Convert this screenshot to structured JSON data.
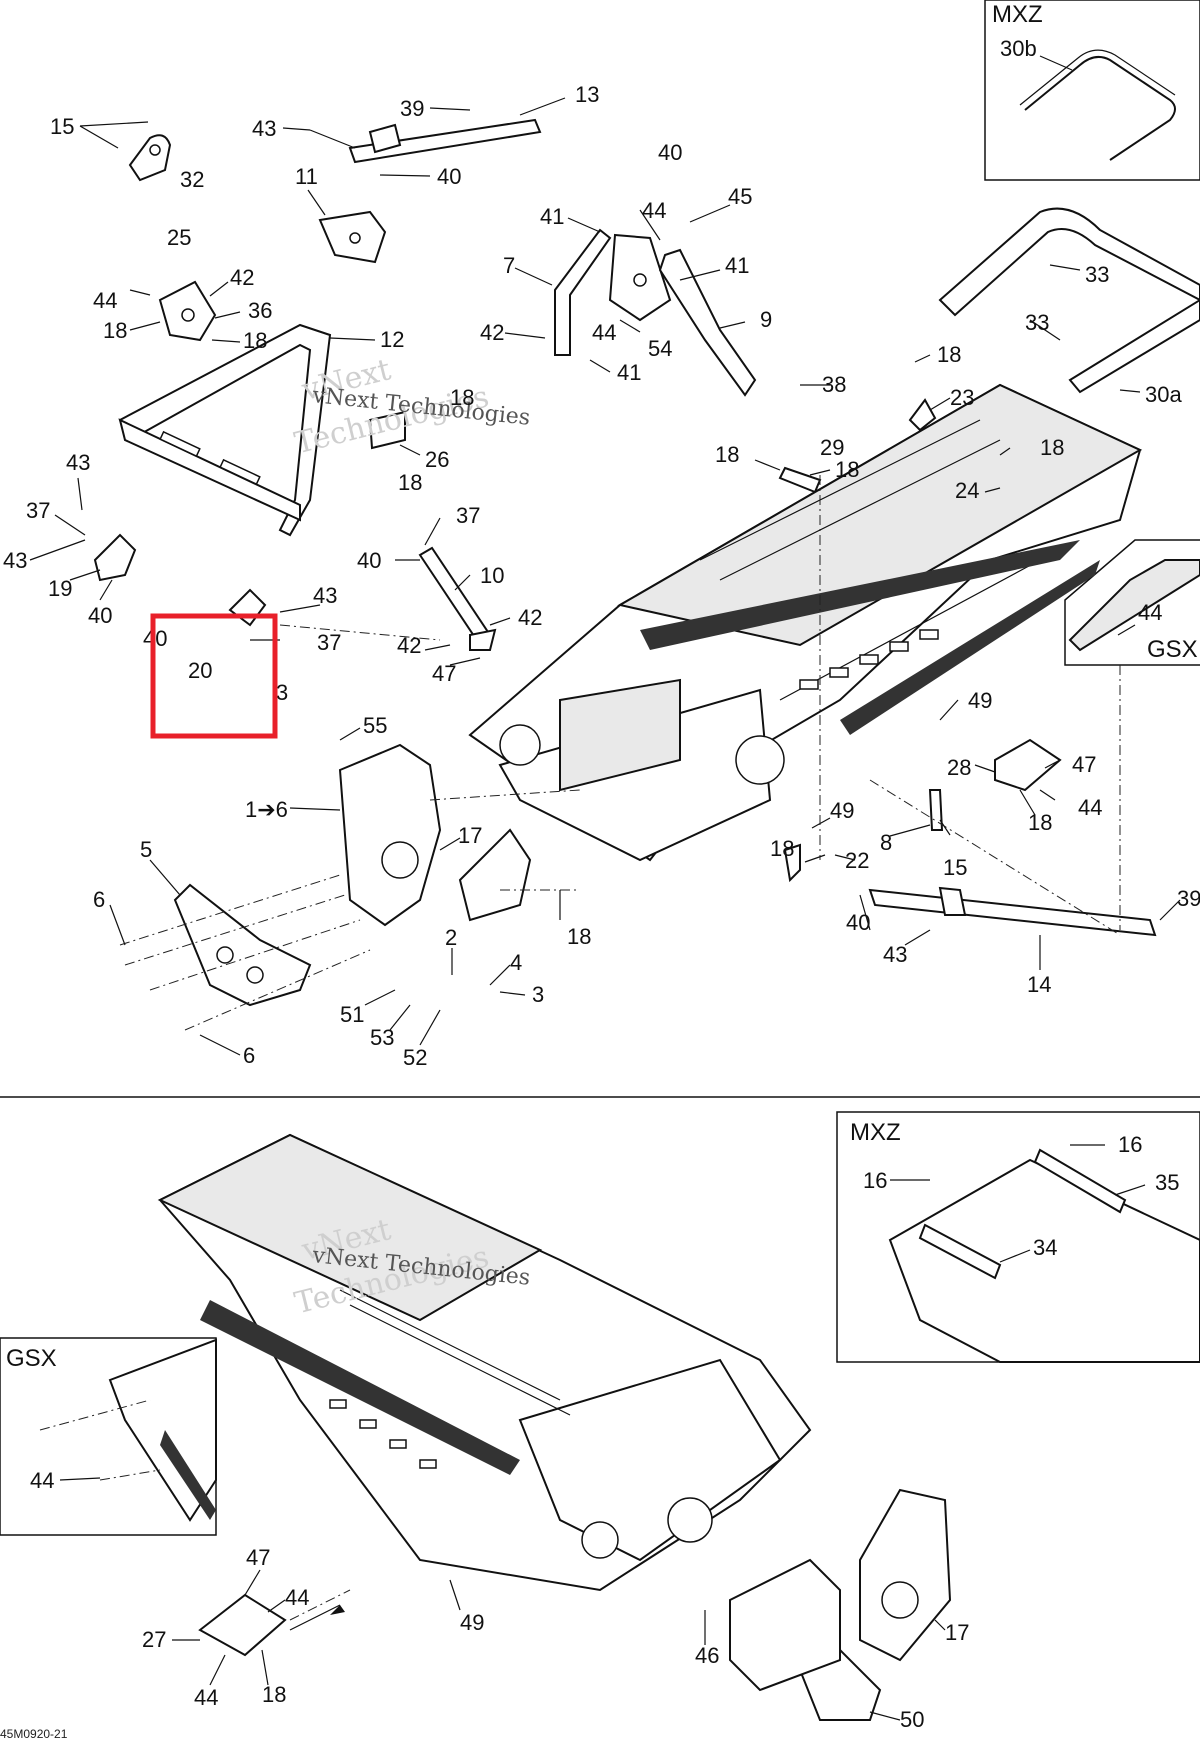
{
  "highlight_color": "#e8202a",
  "line_color": "#111111",
  "insets": {
    "mxz_top": "MXZ",
    "gsx_top": "GSX",
    "mxz_bottom": "MXZ",
    "gsx_bottom": "GSX"
  },
  "watermark": {
    "line1": "vNext",
    "line2": "Technologies",
    "small": "vNext Technologies"
  },
  "reference_code": "45M0920-21",
  "labels": {
    "l15a": "15",
    "l32": "32",
    "l43a": "43",
    "l39a": "39",
    "l13": "13",
    "l40a": "40",
    "l11": "11",
    "l40b": "40",
    "l30b": "30b",
    "l41a": "41",
    "l44a": "44",
    "l45": "45",
    "l7": "7",
    "l41b": "41",
    "l25": "25",
    "l44b": "44",
    "l42a": "42",
    "l36": "36",
    "l18a": "18",
    "l18b": "18",
    "l12": "12",
    "l42b": "42",
    "l44c": "44",
    "l9": "9",
    "l54": "54",
    "l41c": "41",
    "l33a": "33",
    "l33b": "33",
    "l18c": "18",
    "l26": "26",
    "l18d": "18",
    "l38": "38",
    "l18e": "18",
    "l30a": "30a",
    "l23": "23",
    "l43b": "43",
    "l37a": "37",
    "l43c": "43",
    "l19": "19",
    "l40c": "40",
    "l37b": "37",
    "l18f": "18",
    "l29": "29",
    "l18g": "18",
    "l18h": "18",
    "l24": "24",
    "l40d": "40",
    "l10": "10",
    "l43d": "43",
    "l40e": "40",
    "l37c": "37",
    "l20": "20",
    "l43e": "3",
    "l42c": "42",
    "l42d": "42",
    "l47a": "47",
    "l44d": "44",
    "l55": "55",
    "l49a": "49",
    "l1to6": "1➔6",
    "l28": "28",
    "l47b": "47",
    "l44e": "44",
    "l18i": "18",
    "l5": "5",
    "l17a": "17",
    "l49b": "49",
    "l18j": "18",
    "l22": "22",
    "l8": "8",
    "l15b": "15",
    "l6a": "6",
    "l18k": "18",
    "l39b": "39",
    "l40f": "40",
    "l43f": "43",
    "l2": "2",
    "l4": "4",
    "l3": "3",
    "l14": "14",
    "l51": "51",
    "l53": "53",
    "l52": "52",
    "l6b": "6",
    "l16a": "16",
    "l16b": "16",
    "l35": "35",
    "l34": "34",
    "l44f": "44",
    "l47c": "47",
    "l44g": "44",
    "l27": "27",
    "l49c": "49",
    "l46": "46",
    "l17b": "17",
    "l44h": "44",
    "l18l": "18",
    "l50": "50"
  }
}
